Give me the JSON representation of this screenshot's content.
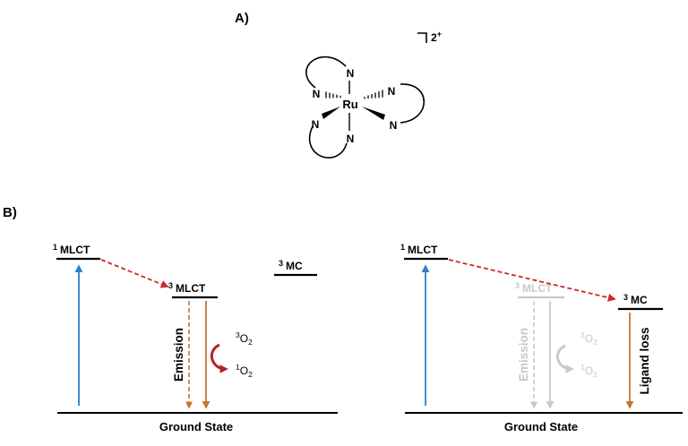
{
  "panel_a": {
    "label": "A)",
    "charge": "2",
    "charge_sign": "+",
    "metal": "Ru",
    "donor_atom": "N"
  },
  "panel_b": {
    "label": "B)",
    "left": {
      "singlet_mlct": {
        "sup": "1",
        "name": "MLCT"
      },
      "triplet_mlct": {
        "sup": "3",
        "name": "MLCT"
      },
      "triplet_mc": {
        "sup": "3",
        "name": "MC"
      },
      "emission": "Emission",
      "o2_triplet": {
        "pre": "3",
        "main": "O",
        "sub": "2"
      },
      "o2_singlet": {
        "pre": "1",
        "main": "O",
        "sub": "2"
      },
      "ground_state": "Ground State"
    },
    "right": {
      "singlet_mlct": {
        "sup": "1",
        "name": "MLCT"
      },
      "triplet_mlct": {
        "sup": "3",
        "name": "MLCT"
      },
      "triplet_mc": {
        "sup": "3",
        "name": "MC"
      },
      "emission": "Emission",
      "o2_triplet": {
        "pre": "3",
        "main": "O",
        "sub": "2"
      },
      "o2_singlet": {
        "pre": "1",
        "main": "O",
        "sub": "2"
      },
      "ligand_loss": "Ligand loss",
      "ground_state": "Ground State"
    }
  },
  "colors": {
    "excitation": "#2f7fc4",
    "isc_dashed": "#cc2a2a",
    "orange": "#c8752d",
    "singlet_oxygen_arrow": "#b82222",
    "faded": "#c8c8c8",
    "line": "#000000"
  }
}
